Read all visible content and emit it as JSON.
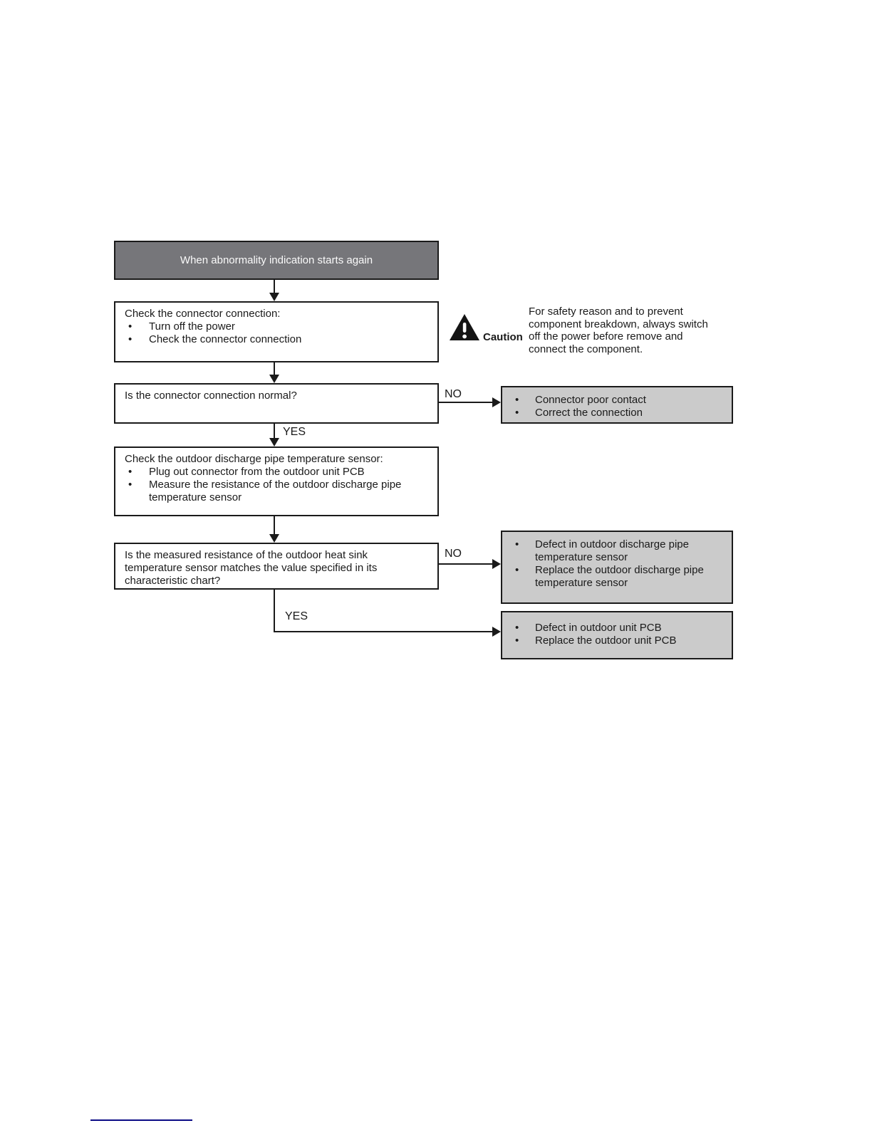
{
  "colors": {
    "box_border": "#1a1a1a",
    "header_fill": "#76767a",
    "header_text": "#fafafa",
    "result_fill": "#cbcbcb",
    "line": "#1a1a1a",
    "footer_rule": "#0a0a85"
  },
  "flowchart": {
    "start": "When abnormality indication starts again",
    "labels": {
      "no": "NO",
      "yes": "YES"
    },
    "bullet_char": "•",
    "step1": {
      "title": "Check the connector connection:",
      "bullets": [
        "Turn off the power",
        "Check the connector connection"
      ]
    },
    "caution": {
      "label": "Caution",
      "text": "For safety reason and to prevent component breakdown, always switch off the power before remove and connect the component."
    },
    "q1": "Is the connector connection normal?",
    "result1": {
      "bullets": [
        "Connector poor contact",
        "Correct the connection"
      ]
    },
    "step2": {
      "title": "Check the outdoor discharge pipe temperature sensor:",
      "bullets": [
        "Plug out connector from the outdoor unit PCB",
        "Measure the resistance of the outdoor discharge pipe temperature sensor"
      ]
    },
    "q2": "Is the measured resistance of the outdoor heat sink temperature sensor matches the value specified in its characteristic chart?",
    "result2": {
      "bullets": [
        "Defect in outdoor discharge pipe temperature sensor",
        "Replace the outdoor discharge pipe temperature sensor"
      ]
    },
    "result3": {
      "bullets": [
        "Defect in outdoor unit PCB",
        "Replace the outdoor unit PCB"
      ]
    }
  }
}
